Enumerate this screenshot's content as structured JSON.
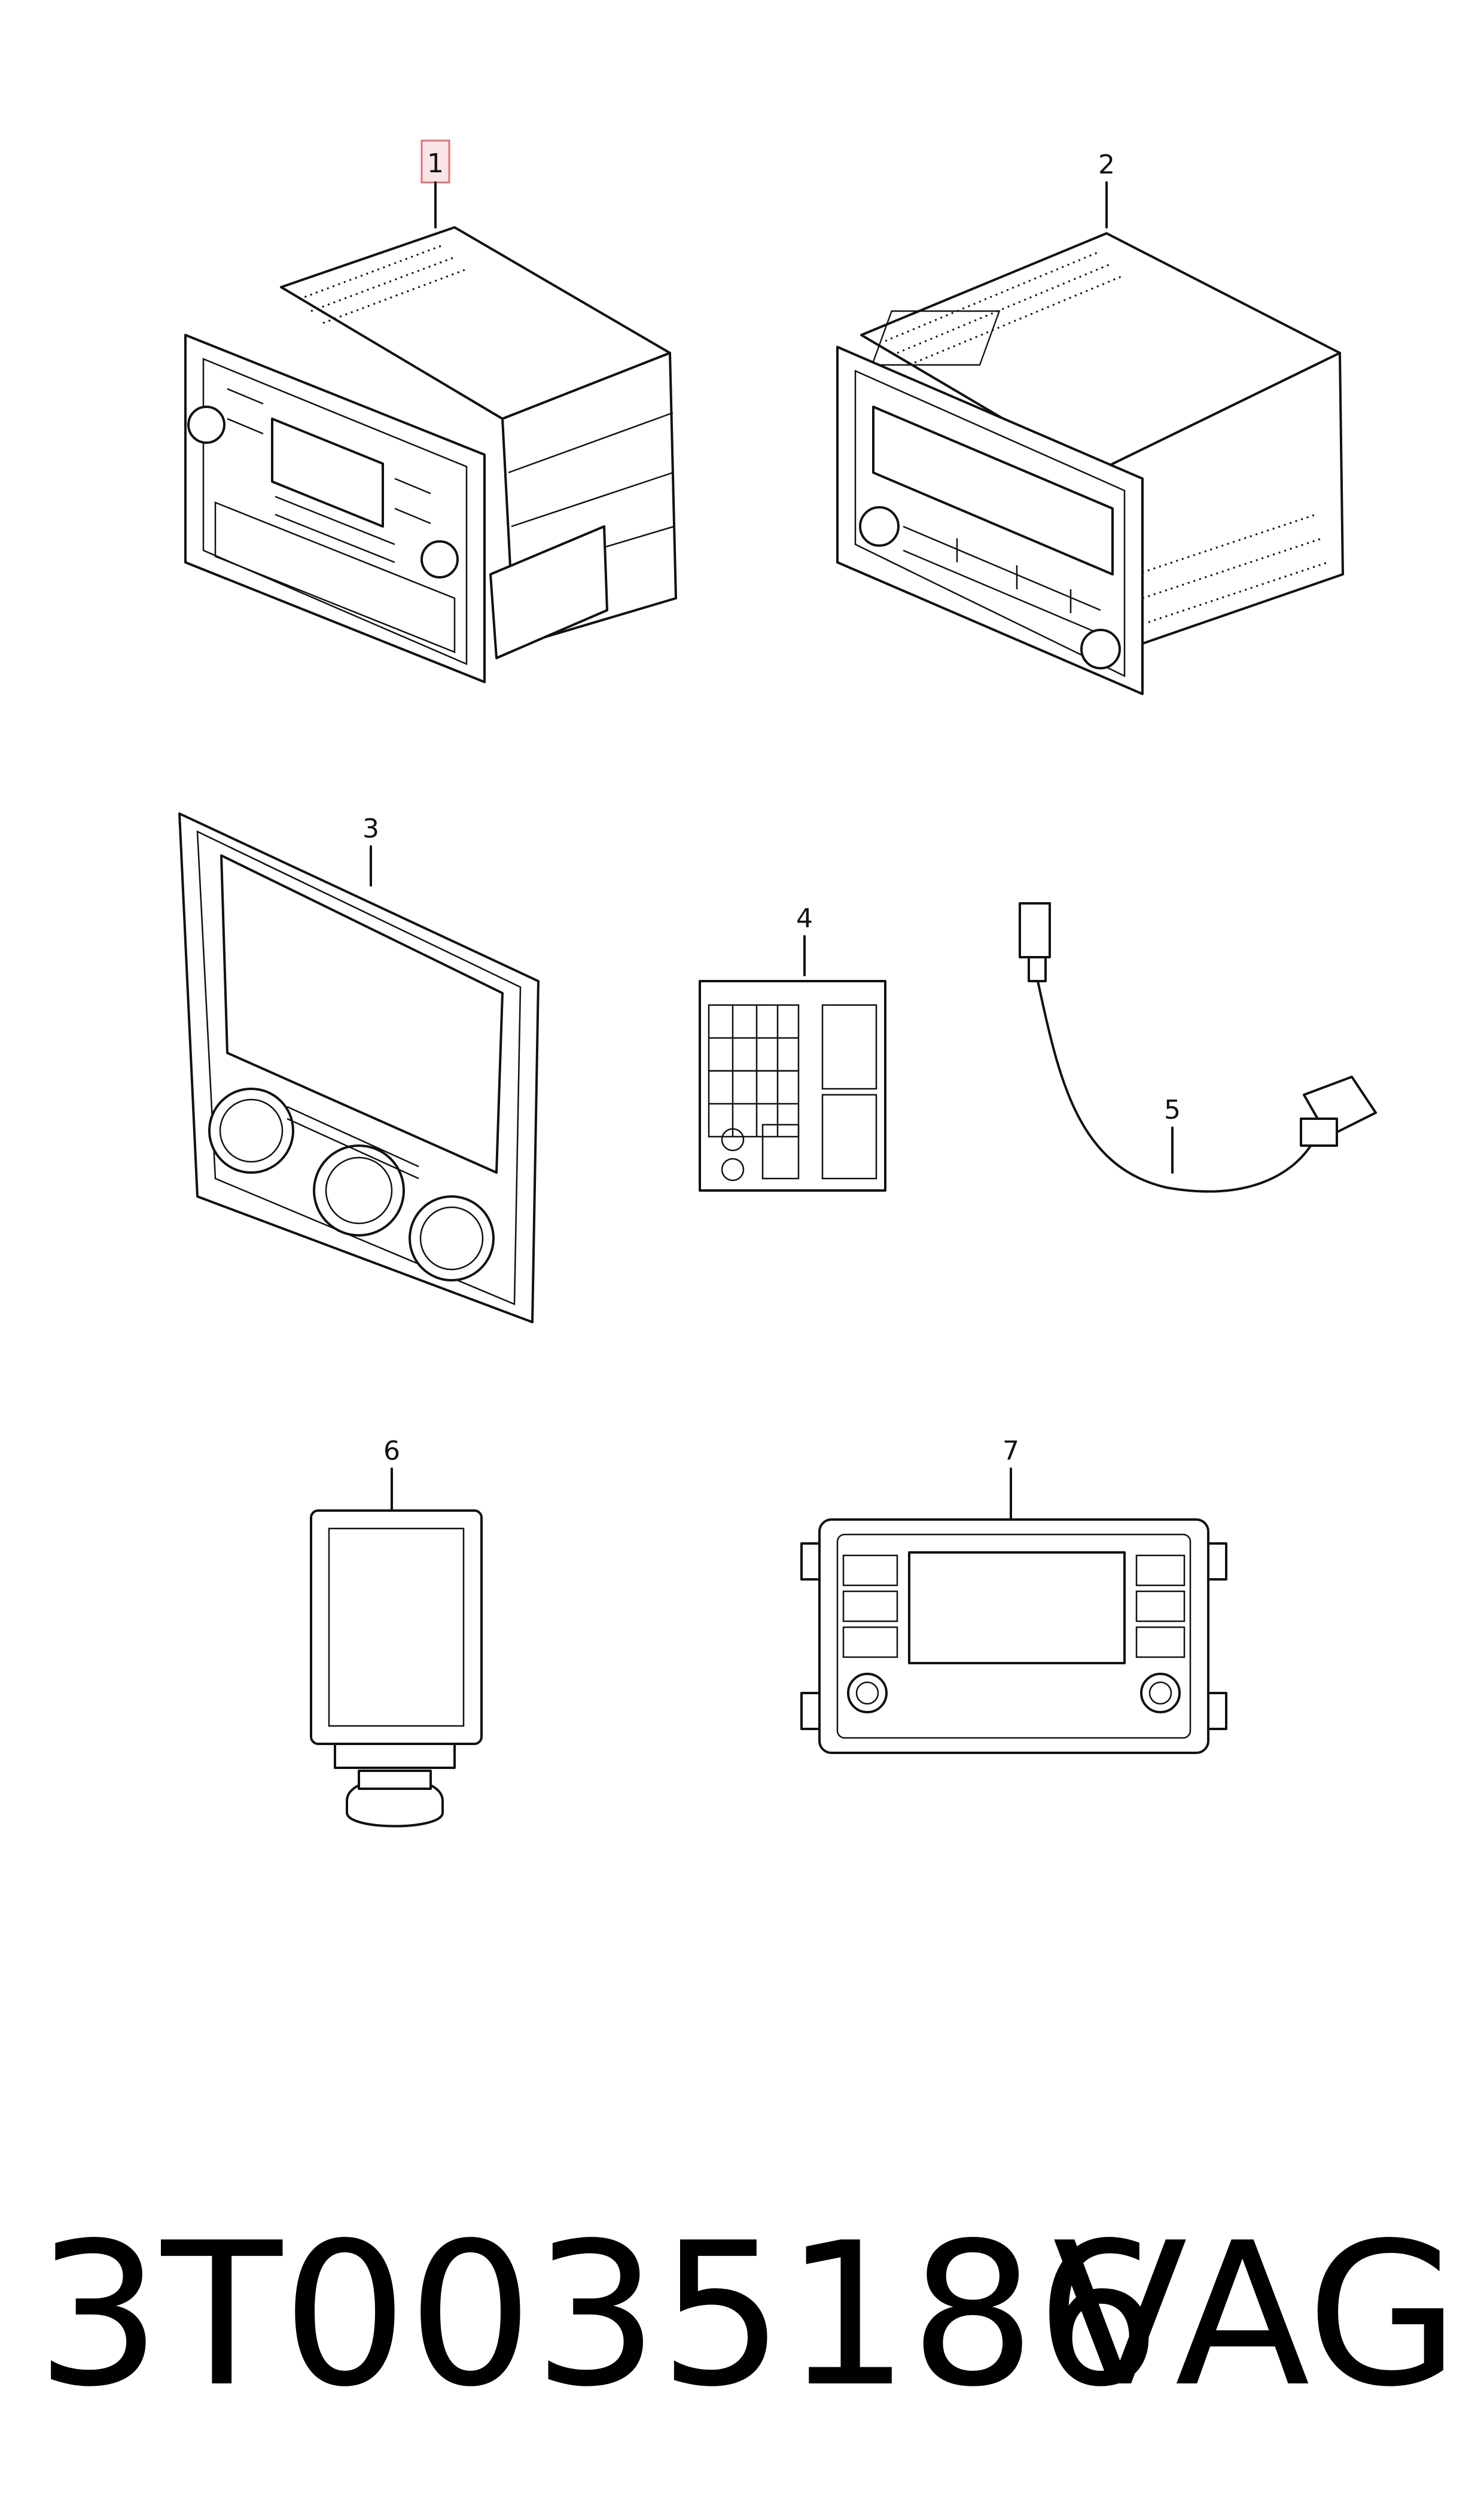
{
  "callouts": [
    {
      "id": "1",
      "label": "1",
      "highlighted": true
    },
    {
      "id": "2",
      "label": "2"
    },
    {
      "id": "3",
      "label": "3"
    },
    {
      "id": "4",
      "label": "4"
    },
    {
      "id": "5",
      "label": "5"
    },
    {
      "id": "6",
      "label": "6"
    },
    {
      "id": "7",
      "label": "7"
    }
  ],
  "footer": {
    "part_number": "3T0035186",
    "brand": "VAG"
  },
  "colors": {
    "line": "#111111",
    "highlight_border": "#e0707a",
    "highlight_fill": "#fbe4e6"
  }
}
